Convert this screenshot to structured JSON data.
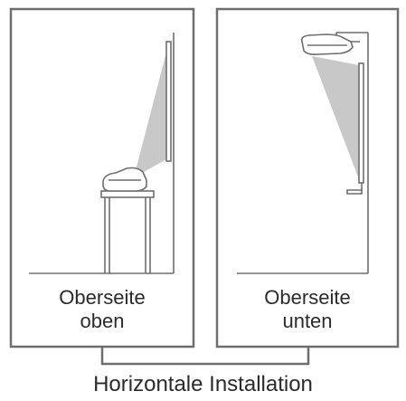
{
  "panels": [
    {
      "caption_line1": "Oberseite",
      "caption_line2": "oben"
    },
    {
      "caption_line1": "Oberseite",
      "caption_line2": "unten"
    }
  ],
  "caption": "Horizontale Installation",
  "colors": {
    "stroke": "#6e6e6e",
    "beam": "#c8c8c8",
    "text": "#2b2b2b"
  }
}
